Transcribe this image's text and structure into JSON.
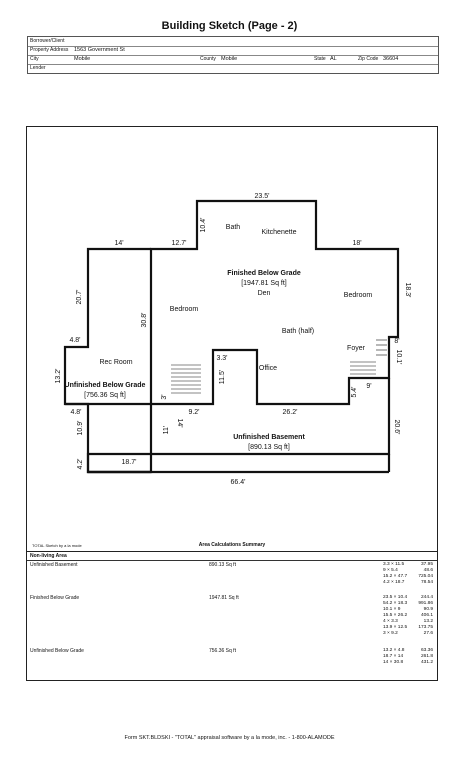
{
  "title": "Building Sketch (Page - 2)",
  "header": {
    "borrower_label": "Borrower/Client",
    "property_label": "Property Address",
    "property_value": "1563 Government St",
    "city_label": "City",
    "city_value": "Mobile",
    "county_label": "County",
    "county_value": "Mobile",
    "state_label": "State",
    "state_value": "AL",
    "zip_label": "Zip Code",
    "zip_value": "36604",
    "lender_label": "Lender"
  },
  "sketch": {
    "rooms": {
      "bath": "Bath",
      "kitchenette": "Kitchenette",
      "finished_title": "Finished Below Grade",
      "finished_area": "[1947.81 Sq ft]",
      "den": "Den",
      "bedroom_right": "Bedroom",
      "bedroom_left": "Bedroom",
      "bath_half": "Bath (half)",
      "foyer": "Foyer",
      "rec_room": "Rec Room",
      "office": "Office",
      "unfinished_title": "Unfinished Below Grade",
      "unfinished_area": "[756.36 Sq ft]",
      "basement_title": "Unfinished Basement",
      "basement_area": "[890.13 Sq ft]"
    },
    "dims": {
      "d_23_5": "23.5'",
      "d_10_4": "10.4'",
      "d_14": "14'",
      "d_12_7": "12.7'",
      "d_18": "18'",
      "d_18_3": "18.3'",
      "d_20_7": "20.7'",
      "d_30_8": "30.8'",
      "d_4_8a": "4.8'",
      "d_3_3": "3.3'",
      "d_8": "8'",
      "d_10_1": "10.1'",
      "d_13_2": "13.2'",
      "d_11_5": "11.5'",
      "d_9": "9'",
      "d_5_4": "5.4'",
      "d_3": "3'",
      "d_4_8b": "4.8'",
      "d_9_2": "9.2'",
      "d_26_2": "26.2'",
      "d_14b": "14'",
      "d_10_9": "10.9'",
      "d_11": "11'",
      "d_20_6": "20.6'",
      "d_4_2": "4.2'",
      "d_18_7": "18.7'",
      "d_66_4": "66.4'"
    }
  },
  "summary": {
    "total_note": "TOTAL Sketch by a la mode",
    "heading": "Area Calculations Summary",
    "non_living": "Non-living Area",
    "rows": [
      {
        "name": "Unfinished Basement",
        "area": "890.13 Sq ft",
        "calcs": [
          [
            "3.3 × 11.5",
            "37.95"
          ],
          [
            "9 × 5.4",
            "48.6"
          ],
          [
            "15.2 × 47.7",
            "725.04"
          ],
          [
            "4.2 × 18.7",
            "78.54"
          ]
        ]
      },
      {
        "name": "Finished Below Grade",
        "area": "1947.81 Sq ft",
        "calcs": [
          [
            "23.5 × 10.4",
            "244.4"
          ],
          [
            "54.2 × 18.3",
            "991.86"
          ],
          [
            "10.1 × 9",
            "90.9"
          ],
          [
            "15.5 × 26.2",
            "406.1"
          ],
          [
            "4 × 3.3",
            "13.2"
          ],
          [
            "13.9 × 12.5",
            "173.75"
          ],
          [
            "3 × 9.2",
            "27.6"
          ]
        ]
      },
      {
        "name": "Unfinished Below Grade",
        "area": "756.36 Sq ft",
        "calcs": [
          [
            "13.2 × 4.8",
            "63.36"
          ],
          [
            "18.7 × 14",
            "261.8"
          ],
          [
            "14 × 30.8",
            "431.2"
          ]
        ]
      }
    ]
  },
  "footer": "Form SKT.BLDSKI - \"TOTAL\" appraisal software by a la mode, inc. - 1-800-ALAMODE"
}
